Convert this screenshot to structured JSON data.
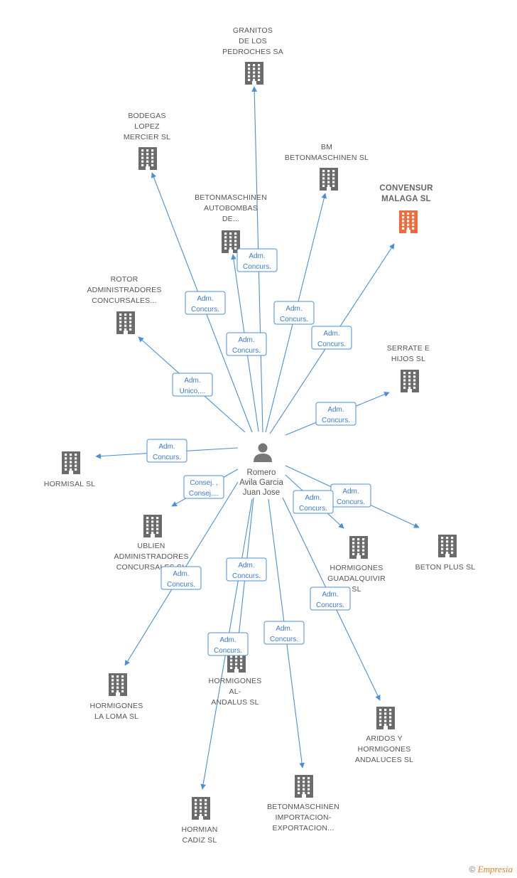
{
  "colors": {
    "edge": "#4a90d9",
    "building": "#6b6b6b",
    "highlight": "#f26a3b",
    "person": "#777777"
  },
  "person": {
    "lines": [
      "Romero",
      "Avila Garcia",
      "Juan Jose"
    ],
    "icon": "person-icon"
  },
  "companies": [
    {
      "id": "granitos",
      "lines": [
        "GRANITOS",
        "DE LOS",
        "PEDROCHES SA"
      ],
      "highlight": false
    },
    {
      "id": "bodegas",
      "lines": [
        "BODEGAS",
        "LOPEZ",
        "MERCIER SL"
      ],
      "highlight": false
    },
    {
      "id": "bm",
      "lines": [
        "BM",
        "BETONMASCHINEN SL"
      ],
      "highlight": false
    },
    {
      "id": "convensur",
      "lines": [
        "CONVENSUR",
        "MALAGA SL"
      ],
      "highlight": true
    },
    {
      "id": "autobombas",
      "lines": [
        "BETONMASCHINEN",
        "AUTOBOMBAS",
        "DE..."
      ],
      "highlight": false
    },
    {
      "id": "rotor",
      "lines": [
        "ROTOR",
        "ADMINISTRADORES",
        "CONCURSALES..."
      ],
      "highlight": false
    },
    {
      "id": "serrate",
      "lines": [
        "SERRATE E",
        "HIJOS SL"
      ],
      "highlight": false
    },
    {
      "id": "hormisal",
      "lines": [
        "HORMISAL SL"
      ],
      "highlight": false
    },
    {
      "id": "ublien",
      "lines": [
        "UBLIEN",
        "ADMINISTRADORES",
        "CONCURSALES SL"
      ],
      "highlight": false
    },
    {
      "id": "betonplus",
      "lines": [
        "BETON PLUS SL"
      ],
      "highlight": false
    },
    {
      "id": "guadalquivir",
      "lines": [
        "HORMIGONES",
        "GUADALQUIVIR",
        "SL"
      ],
      "highlight": false
    },
    {
      "id": "laloma",
      "lines": [
        "HORMIGONES",
        "LA LOMA SL"
      ],
      "highlight": false
    },
    {
      "id": "alandalus",
      "lines": [
        "HORMIGONES",
        "AL-",
        "ANDALUS SL"
      ],
      "highlight": false
    },
    {
      "id": "aridos",
      "lines": [
        "ARIDOS Y",
        "HORMIGONES",
        "ANDALUCES SL"
      ],
      "highlight": false
    },
    {
      "id": "cadiz",
      "lines": [
        "HORMIAN",
        "CADIZ SL"
      ],
      "highlight": false
    },
    {
      "id": "importacion",
      "lines": [
        "BETONMASCHINEN",
        "IMPORTACION-",
        "EXPORTACION..."
      ],
      "highlight": false
    }
  ],
  "edges": [
    {
      "to": "granitos",
      "label": [
        "Adm.",
        "Concurs."
      ]
    },
    {
      "to": "bodegas",
      "label": [
        "Adm.",
        "Concurs."
      ]
    },
    {
      "to": "bm",
      "label": [
        "Adm.",
        "Concurs."
      ]
    },
    {
      "to": "convensur",
      "label": [
        "Adm.",
        "Concurs."
      ]
    },
    {
      "to": "autobombas",
      "label": [
        "Adm.",
        "Concurs."
      ]
    },
    {
      "to": "rotor",
      "label": [
        "Adm.",
        "Unico,..."
      ]
    },
    {
      "to": "serrate",
      "label": [
        "Adm.",
        "Concurs."
      ]
    },
    {
      "to": "hormisal",
      "label": [
        "Adm.",
        "Concurs."
      ]
    },
    {
      "to": "ublien",
      "label": [
        "Consej. ,",
        "Consej...."
      ]
    },
    {
      "to": "betonplus",
      "label": [
        "Adm.",
        "Concurs."
      ]
    },
    {
      "to": "guadalquivir",
      "label": [
        "Adm.",
        "Concurs."
      ]
    },
    {
      "to": "laloma",
      "label": [
        "Adm.",
        "Concurs."
      ]
    },
    {
      "to": "alandalus",
      "label": [
        "Adm.",
        "Concurs."
      ]
    },
    {
      "to": "aridos",
      "label": [
        "Adm.",
        "Concurs."
      ]
    },
    {
      "to": "cadiz",
      "label": [
        "Adm.",
        "Concurs."
      ]
    },
    {
      "to": "importacion",
      "label": [
        "Adm.",
        "Concurs."
      ]
    }
  ],
  "footer": {
    "copyright": "©",
    "brand": "Empresia"
  }
}
